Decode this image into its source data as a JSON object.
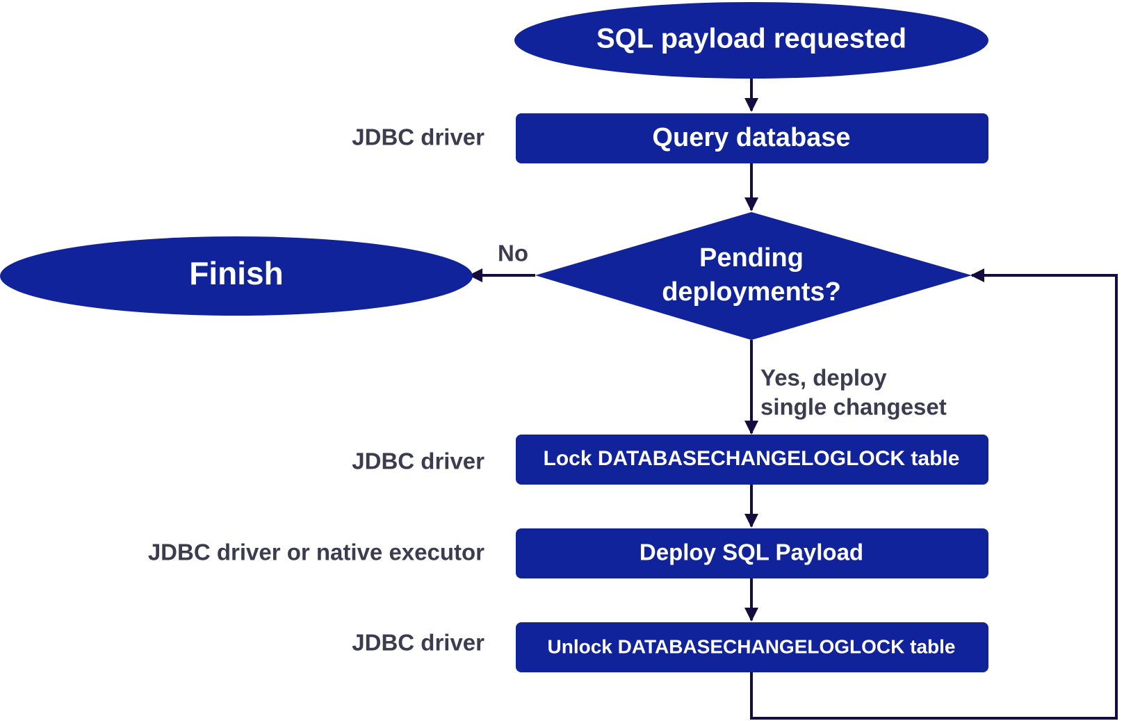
{
  "colors": {
    "node_fill": "#11239a",
    "edge": "#150d3f",
    "annotation": "#3c3c50",
    "node_text": "#ffffff"
  },
  "nodes": {
    "start": "SQL payload requested",
    "query": "Query database",
    "decision_line1": "Pending",
    "decision_line2": "deployments?",
    "finish": "Finish",
    "lock": "Lock DATABASECHANGELOGLOCK table",
    "deploy": "Deploy SQL Payload",
    "unlock": "Unlock DATABASECHANGELOGLOCK table"
  },
  "annotations": {
    "query": "JDBC driver",
    "lock": "JDBC driver",
    "deploy": "JDBC driver or native executor",
    "unlock": "JDBC driver"
  },
  "edge_labels": {
    "no": "No",
    "yes_line1": "Yes, deploy",
    "yes_line2": "single changeset"
  }
}
